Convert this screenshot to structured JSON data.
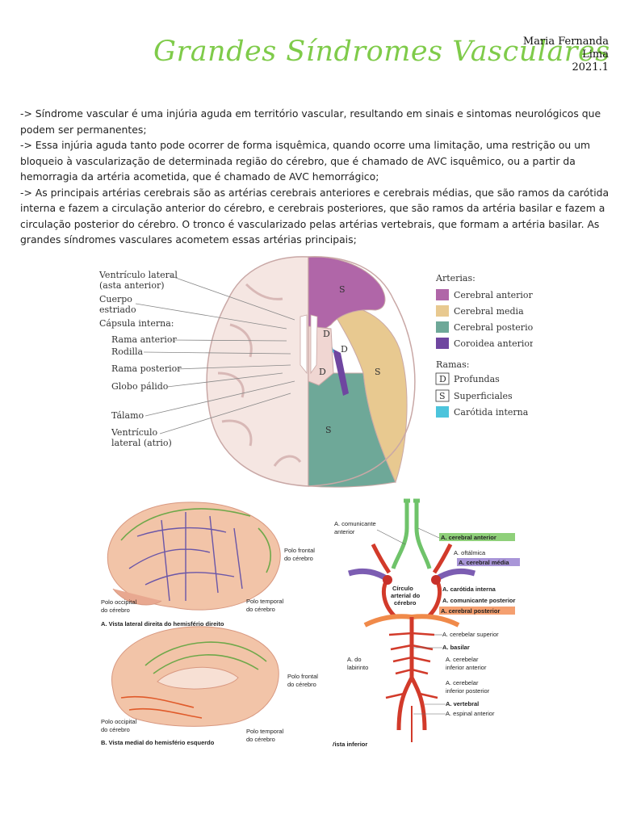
{
  "header": {
    "title": "Grandes Síndromes Vasculares",
    "author_first": "Maria Fernanda",
    "author_last": "Lima",
    "term": "2021.1"
  },
  "paragraphs": [
    "-> Síndrome vascular é uma injúria aguda em território vascular, resultando em sinais e sintomas neurológicos que podem ser permanentes;",
    "-> Essa injúria aguda tanto pode ocorrer de forma isquêmica, quando ocorre uma limitação, uma restrição ou um bloqueio à vascularização de determinada região do cérebro, que é chamado de AVC isquêmico, ou a partir da hemorragia da artéria acometida, que é chamado de AVC hemorrágico;",
    "-> As principais artérias cerebrais são as artérias cerebrais anteriores e cerebrais médias, que são ramos da carótida interna e fazem a circulação anterior do cérebro, e cerebrais posteriores, que são ramos da artéria basilar e fazem a circulação posterior do cérebro. O tronco é vascularizado pelas artérias vertebrais, que formam a artéria basilar. As grandes síndromes vasculares acometem essas artérias principais;"
  ],
  "figure1": {
    "left_labels": {
      "ventriculo": "Ventrículo lateral",
      "ventriculo_sub": "(asta anterior)",
      "cuerpo": "Cuerpo",
      "estriado": "estriado",
      "capsula": "Cápsula interna:",
      "rama_anterior": "Rama anterior",
      "rodilla": "Rodilla",
      "rama_posterior": "Rama posterior",
      "globo": "Globo pálido",
      "talamo": "Tálamo",
      "ventriculo_atrio": "Ventrículo",
      "ventriculo_atrio_sub": "lateral (atrio)"
    },
    "map_letters": {
      "s": "S",
      "d": "D"
    },
    "legend": {
      "arterias_title": "Arterias:",
      "arterias": [
        {
          "label": "Cerebral anterior",
          "color": "#b066a8"
        },
        {
          "label": "Cerebral media",
          "color": "#e8c990"
        },
        {
          "label": "Cerebral posterior",
          "color": "#6ea898"
        },
        {
          "label": "Coroidea anterior",
          "color": "#6f46a0"
        }
      ],
      "ramas_title": "Ramas:",
      "ramas": [
        {
          "symbol": "D",
          "label": "Profundas"
        },
        {
          "symbol": "S",
          "label": "Superficiales"
        },
        {
          "symbol": "",
          "label": "Carótida interna",
          "color": "#4cc4dc"
        }
      ]
    }
  },
  "figure2": {
    "polo_frontal": "Polo frontal",
    "do_cerebro": "do cérebro",
    "polo_occipital": "Polo occipital",
    "polo_temporal": "Polo temporal",
    "caption_a": "A. Vista lateral direita do hemisfério direito",
    "caption_b": "B. Vista medial do hemisfério esquerdo"
  },
  "figure3": {
    "comunicante_anterior_1": "A. comunicante",
    "comunicante_anterior_2": "anterior",
    "cerebral_anterior": "A. cerebral anterior",
    "oftalmica": "A. oftálmica",
    "cerebral_media": "A. cerebral média",
    "circulo_1": "Círculo",
    "circulo_2": "arterial do",
    "circulo_3": "cérebro",
    "carotida_interna": "A. carótida interna",
    "comunicante_posterior": "A. comunicante posterior",
    "cerebral_posterior": "A. cerebral posterior",
    "cerebelar_superior": "A. cerebelar superior",
    "basilar": "A. basilar",
    "labirinto_1": "A. do",
    "labirinto_2": "labirinto",
    "cerebelar_inf_ant_1": "A. cerebelar",
    "cerebelar_inf_ant_2": "inferior anterior",
    "cerebelar_inf_post_1": "A. cerebelar",
    "cerebelar_inf_post_2": "inferior posterior",
    "vertebral": "A. vertebral",
    "espinal_anterior": "A. espinal anterior",
    "caption_c": "C. Vista inferior"
  }
}
